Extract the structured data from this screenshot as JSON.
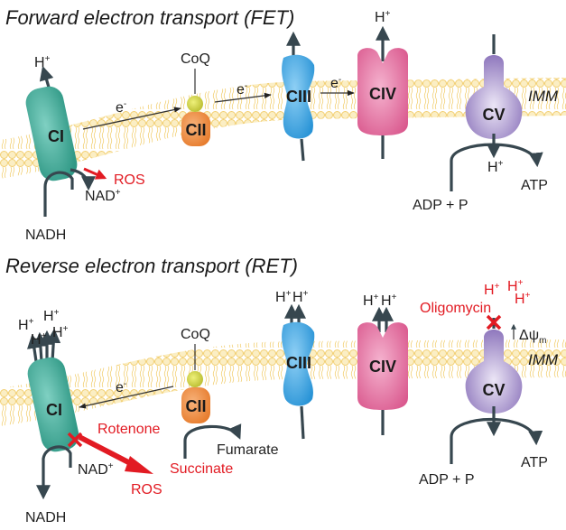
{
  "panels": {
    "fet": {
      "title": "Forward electron transport (FET)",
      "membrane_label": "IMM",
      "complexes": {
        "ci": "CI",
        "cii": "CII",
        "ciii": "CIII",
        "civ": "CIV",
        "cv": "CV"
      },
      "coq": "CoQ",
      "electron": "e",
      "electron_sup": "-",
      "proton": "H",
      "proton_sup": "+",
      "ros": "ROS",
      "nad": "NAD",
      "nad_sup": "+",
      "nadh": "NADH",
      "adp": "ADP + P",
      "atp": "ATP"
    },
    "ret": {
      "title": "Reverse electron transport (RET)",
      "membrane_label": "IMM",
      "complexes": {
        "ci": "CI",
        "cii": "CII",
        "ciii": "CIII",
        "civ": "CIV",
        "cv": "CV"
      },
      "coq": "CoQ",
      "electron": "e",
      "electron_sup": "-",
      "proton": "H",
      "proton_sup": "+",
      "rotenone": "Rotenone",
      "ros": "ROS",
      "nad": "NAD",
      "nad_sup": "+",
      "nadh": "NADH",
      "succinate": "Succinate",
      "fumarate": "Fumarate",
      "oligomycin": "Oligomycin",
      "delta_psi": "Δψ",
      "delta_psi_sub": "m",
      "adp": "ADP + P",
      "atp": "ATP"
    }
  },
  "colors": {
    "ci": "#3aa897",
    "cii": "#f08a3c",
    "ciii": "#3aa3e0",
    "civ": "#e0679a",
    "cv": "#9b86c4",
    "coq": "#c9cc38",
    "membrane": "#f5d682",
    "inhibitor": "#e21b23",
    "arrow": "#37474f"
  }
}
